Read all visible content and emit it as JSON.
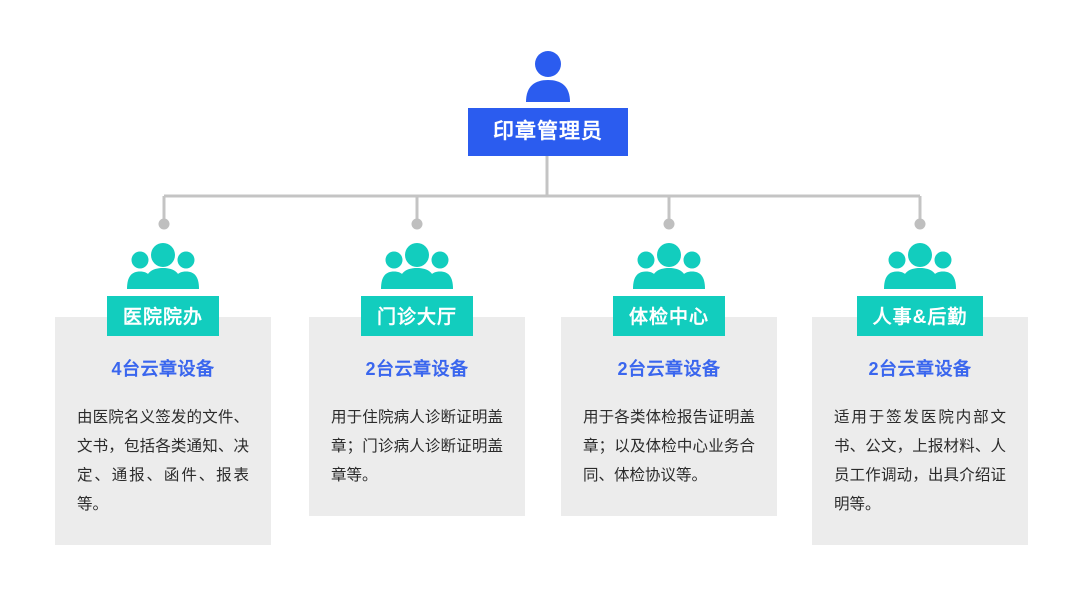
{
  "colors": {
    "root_blue": "#2B5CEF",
    "badge_teal": "#12CDBE",
    "card_gray": "#ECECEC",
    "count_blue": "#3A66EE",
    "connector_gray": "#C4C4C4",
    "body_text": "#2B2B2B"
  },
  "root": {
    "icon": "person-icon",
    "label": "印章管理员"
  },
  "branches": [
    {
      "icon": "people-group-icon",
      "badge": "医院院办",
      "count": "4台云章设备",
      "desc": "由医院名义签发的文件、文书，包括各类通知、决定、通报、函件、报表等。"
    },
    {
      "icon": "people-group-icon",
      "badge": "门诊大厅",
      "count": "2台云章设备",
      "desc": "用于住院病人诊断证明盖章；门诊病人诊断证明盖章等。"
    },
    {
      "icon": "people-group-icon",
      "badge": "体检中心",
      "count": "2台云章设备",
      "desc": "用于各类体检报告证明盖章；以及体检中心业务合同、体检协议等。"
    },
    {
      "icon": "people-group-icon",
      "badge": "人事&后勤",
      "count": "2台云章设备",
      "desc": "适用于签发医院内部文书、公文，上报材料、人员工作调动，出具介绍证明等。"
    }
  ]
}
